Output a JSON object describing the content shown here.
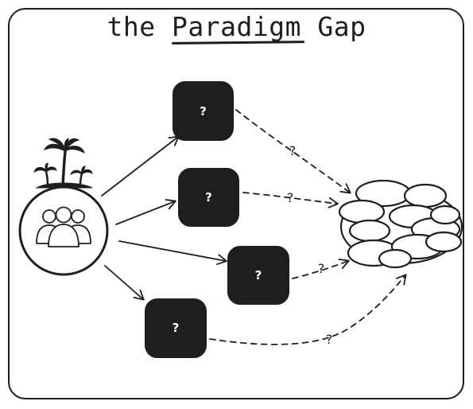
{
  "title": {
    "prefix": "the ",
    "highlight": "Paradigm",
    "suffix": " Gap"
  },
  "unknown_boxes": [
    {
      "label": "?"
    },
    {
      "label": "?"
    },
    {
      "label": "?"
    },
    {
      "label": "?"
    }
  ],
  "path_labels": [
    "?",
    "?",
    "?",
    "?"
  ],
  "icons": {
    "start": "group-of-people-icon",
    "island": "palm-tree-island-icon",
    "goal": "cloud-cluster-icon"
  },
  "colors": {
    "ink": "#1e1e1e",
    "box_fill": "#1e1e1e",
    "background": "#ffffff"
  }
}
